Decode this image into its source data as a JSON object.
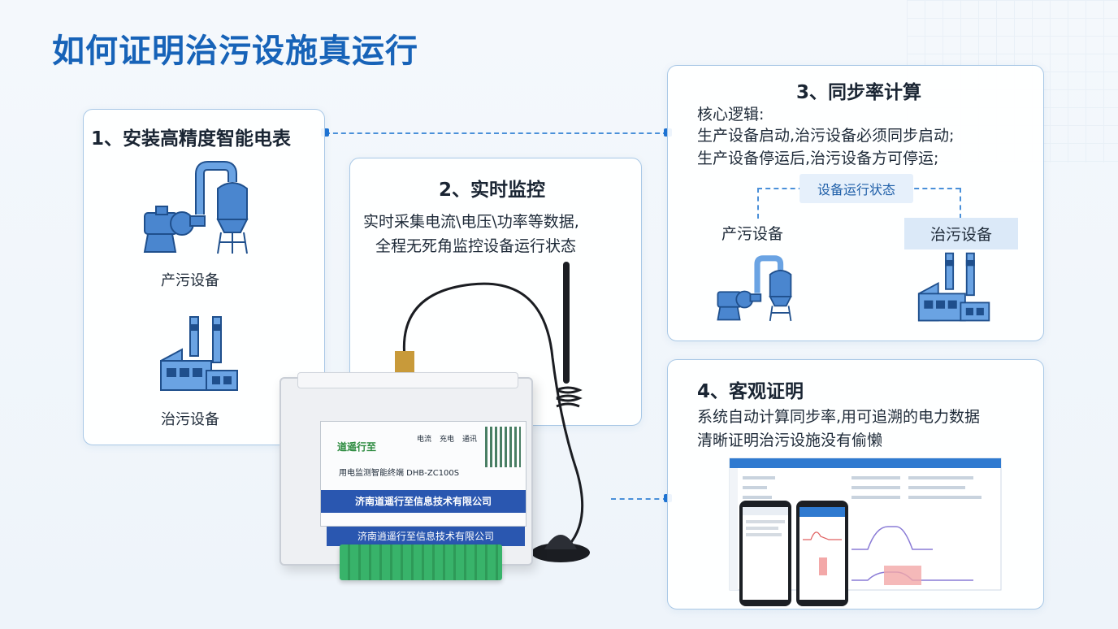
{
  "title": "如何证明治污设施真运行",
  "step1": {
    "title": "1、安装高精度智能电表",
    "label_production": "产污设备",
    "label_treatment": "治污设备"
  },
  "step2": {
    "title": "2、实时监控",
    "line1": "实时采集电流\\电压\\功率等数据,",
    "line2": "全程无死角监控设备运行状态"
  },
  "step3": {
    "title": "3、同步率计算",
    "line1": "核心逻辑:",
    "line2": "生产设备启动,治污设备必须同步启动;",
    "line3": "生产设备停运后,治污设备方可停运;",
    "status": "设备运行状态",
    "label_production": "产污设备",
    "label_treatment": "治污设备"
  },
  "step4": {
    "title": "4、客观证明",
    "line1": "系统自动计算同步率,用可追溯的电力数据",
    "line2": "清晰证明治污设施没有偷懒"
  },
  "device": {
    "brand": "道遥行至",
    "ind_current": "电流",
    "ind_charge": "充电",
    "ind_comm": "通讯",
    "model": "用电监测智能终端 DHB-ZC100S",
    "company": "济南道遥行至信息技术有限公司",
    "company_bottom": "济南逍遥行至信息技术有限公司"
  },
  "colors": {
    "title_blue": "#1763b8",
    "accent": "#1e74d4",
    "border": "#a9c8e6",
    "icon_blue": "#3f7fd0"
  }
}
